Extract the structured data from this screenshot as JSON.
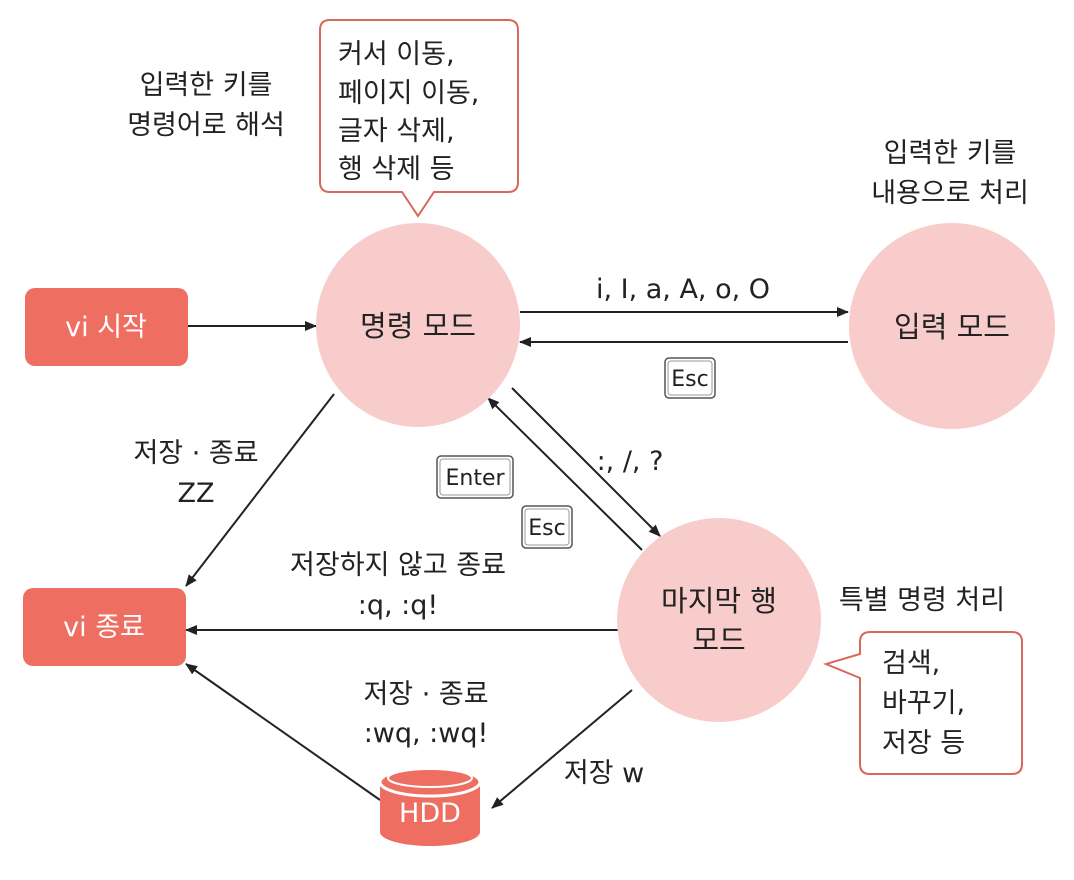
{
  "colors": {
    "circle": "#f9cccc",
    "box": "#ee6e62",
    "bubble_border": "#d9675b",
    "line": "#222222"
  },
  "nodes": {
    "command_mode": "명령 모드",
    "insert_mode": "입력 모드",
    "lastline_mode": [
      "마지막 행",
      "모드"
    ],
    "vi_start": "vi 시작",
    "vi_end": "vi 종료",
    "hdd": "HDD"
  },
  "notes": {
    "command_desc": [
      "입력한 키를",
      "명령어로 해석"
    ],
    "insert_desc": [
      "입력한 키를",
      "내용으로 처리"
    ],
    "lastline_desc": "특별 명령 처리"
  },
  "bubbles": {
    "command_bubble": [
      "커서 이동,",
      "페이지 이동,",
      "글자 삭제,",
      "행 삭제 등"
    ],
    "lastline_bubble": [
      "검색,",
      "바꾸기,",
      "저장 등"
    ]
  },
  "edges": {
    "to_insert": "i, I, a, A, o, O",
    "to_lastline": ":, /, ?",
    "save_quit_zz": [
      "저장 · 종료",
      "ZZ"
    ],
    "quit_no_save": [
      "저장하지 않고 종료",
      ":q, :q!"
    ],
    "save_quit_wq": [
      "저장 · 종료",
      ":wq, :wq!"
    ],
    "save_w": "저장 w"
  },
  "keys": {
    "esc_insert": "Esc",
    "enter": "Enter",
    "esc_lastline": "Esc"
  }
}
